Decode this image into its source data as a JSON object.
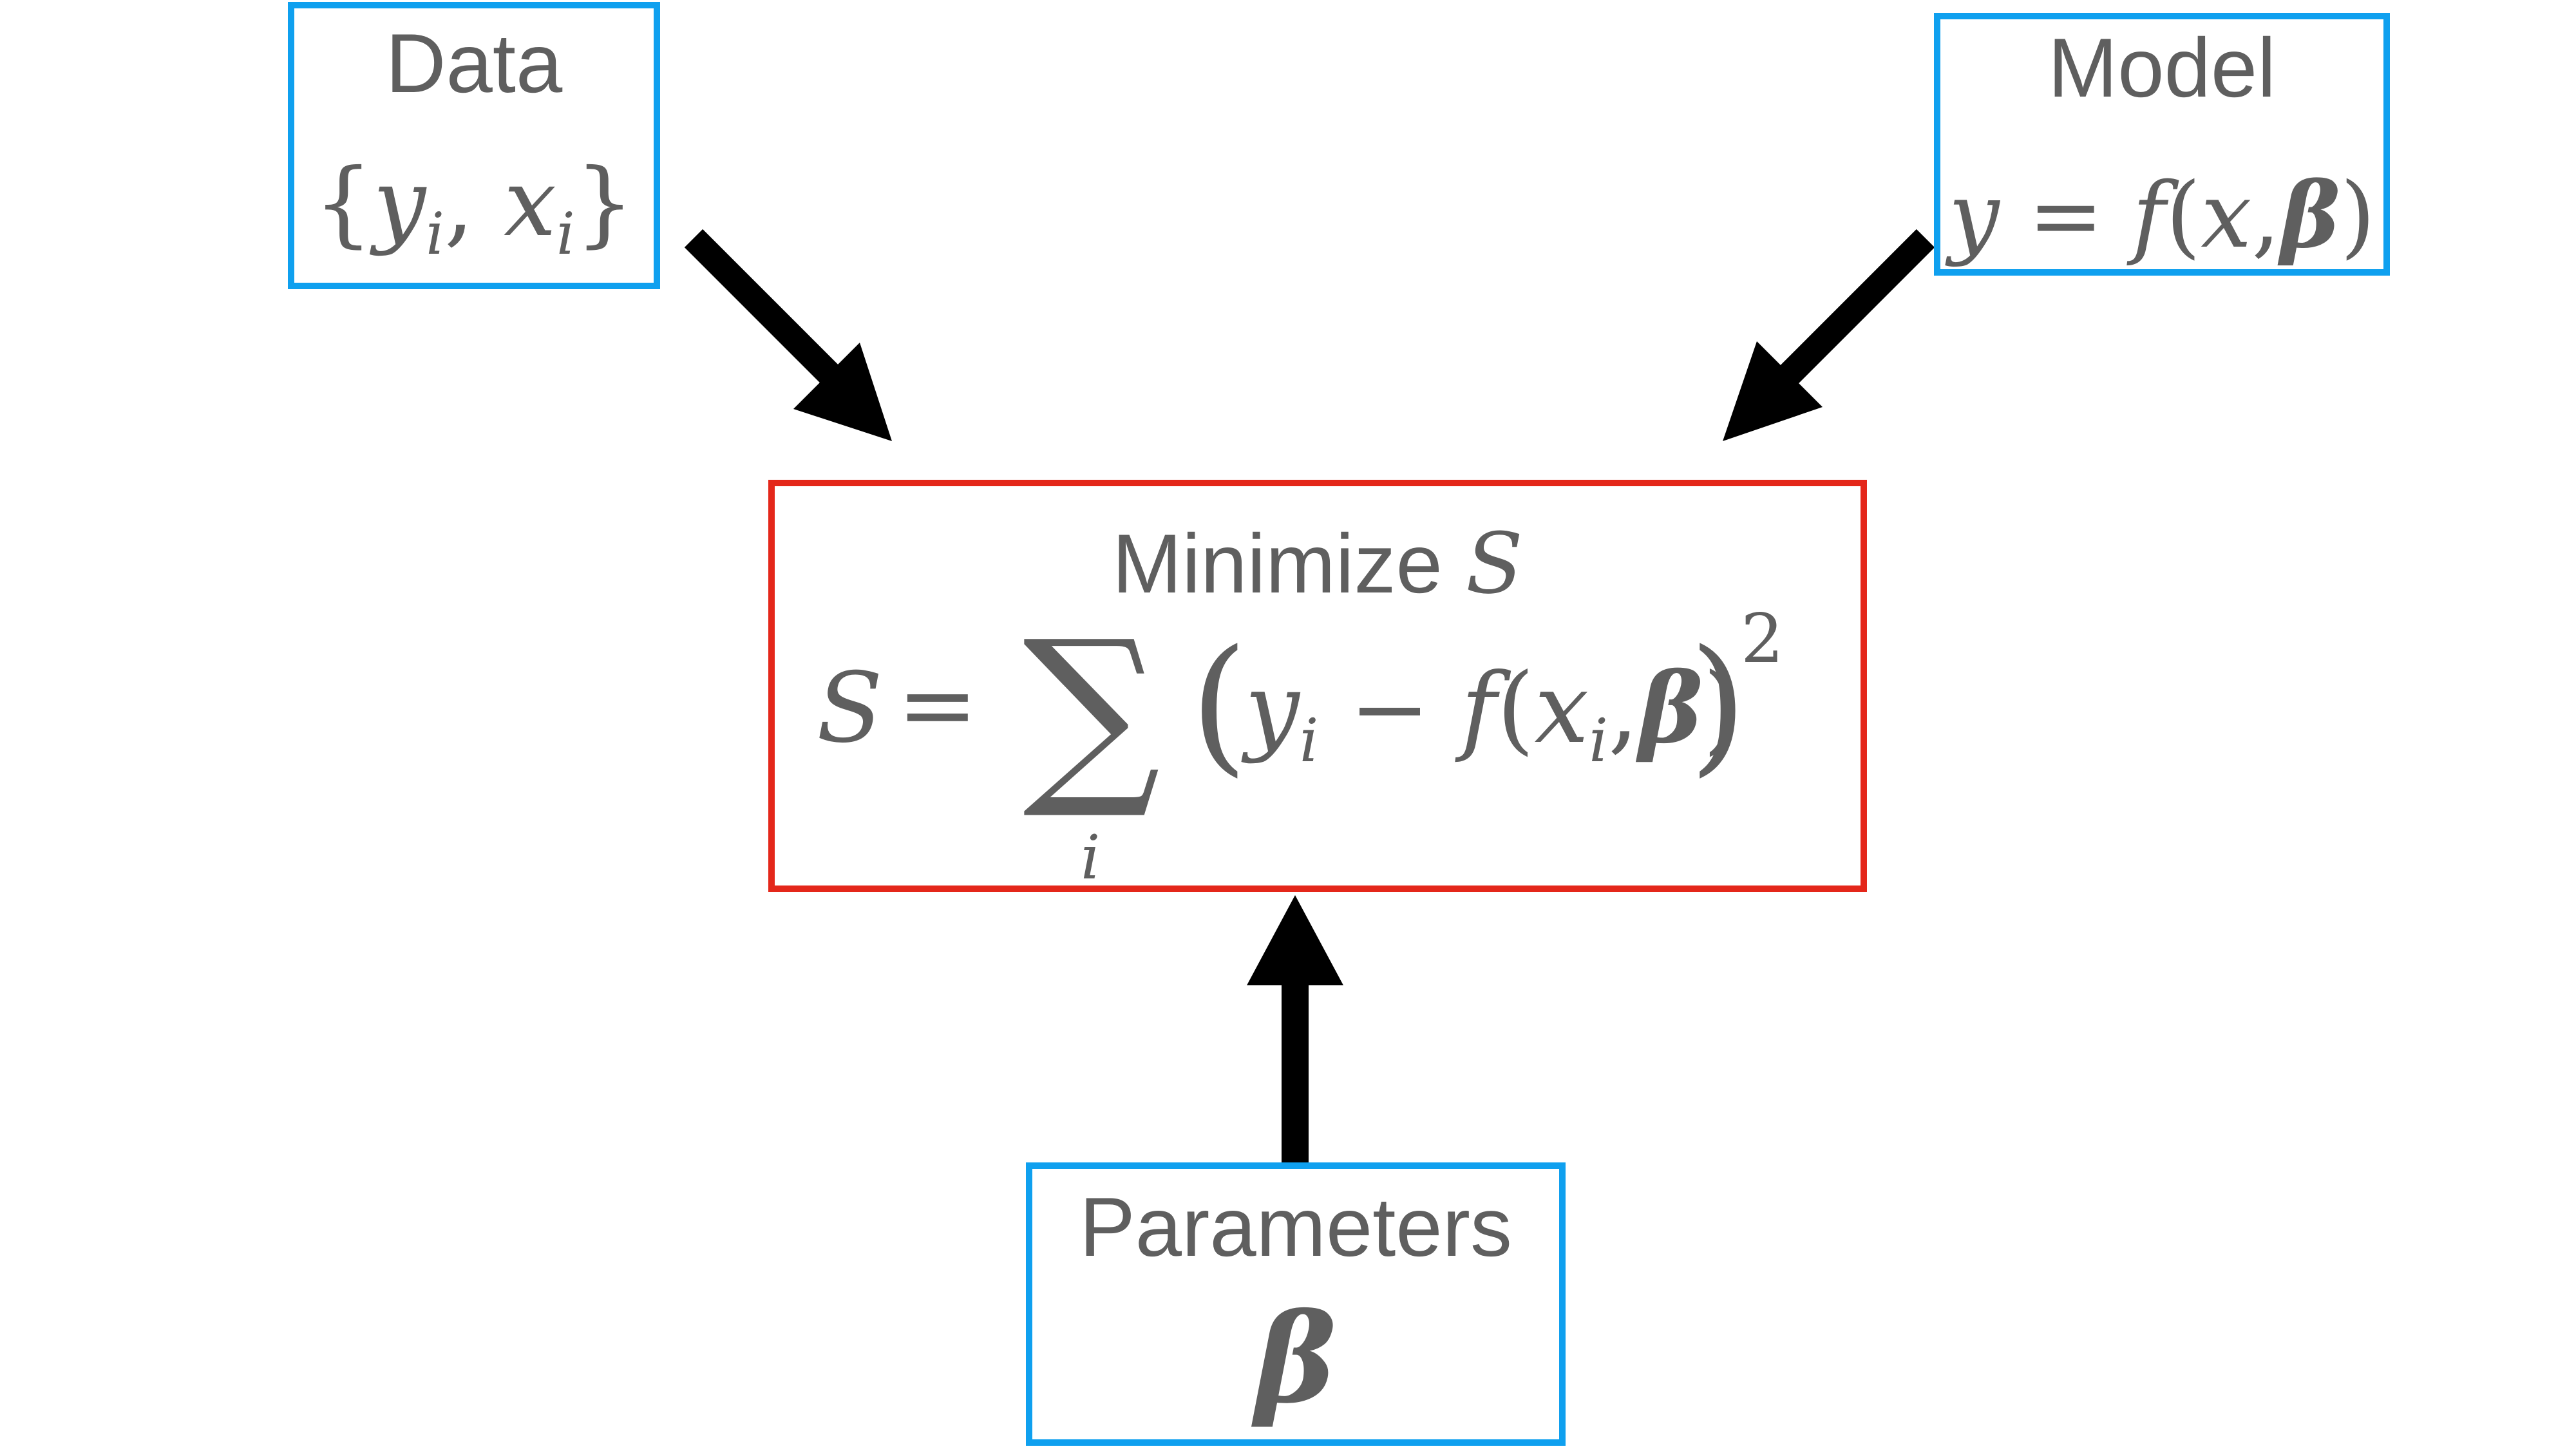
{
  "data_box": {
    "title": "Data",
    "expr": {
      "open": "{",
      "y": "y",
      "sub1": "i",
      "comma": ",",
      "x": "x",
      "sub2": "i",
      "close": "}"
    }
  },
  "model_box": {
    "title": "Model",
    "expr": {
      "lhs": "y",
      "eq": "=",
      "fn": "f",
      "open": "(",
      "x": "x",
      "comma": ",",
      "beta": "β",
      "close": ")"
    }
  },
  "objective_box": {
    "title": "Minimize",
    "title_var": "S",
    "formula": {
      "lhs": "S",
      "eq": "=",
      "sum": "∑",
      "sum_index": "i",
      "open": "(",
      "y": "y",
      "y_sub": "i",
      "minus": "−",
      "fn": "f",
      "inner_open": "(",
      "x": "x",
      "x_sub": "i",
      "comma": ",",
      "beta": "β",
      "inner_close": ")",
      "close": ")",
      "exponent": "2"
    }
  },
  "parameters_box": {
    "title": "Parameters",
    "symbol": "β"
  },
  "colors": {
    "input_box_border": "#0fa0ef",
    "objective_box_border": "#e4271a",
    "text": "#5f5f5f",
    "arrow": "#000000"
  }
}
